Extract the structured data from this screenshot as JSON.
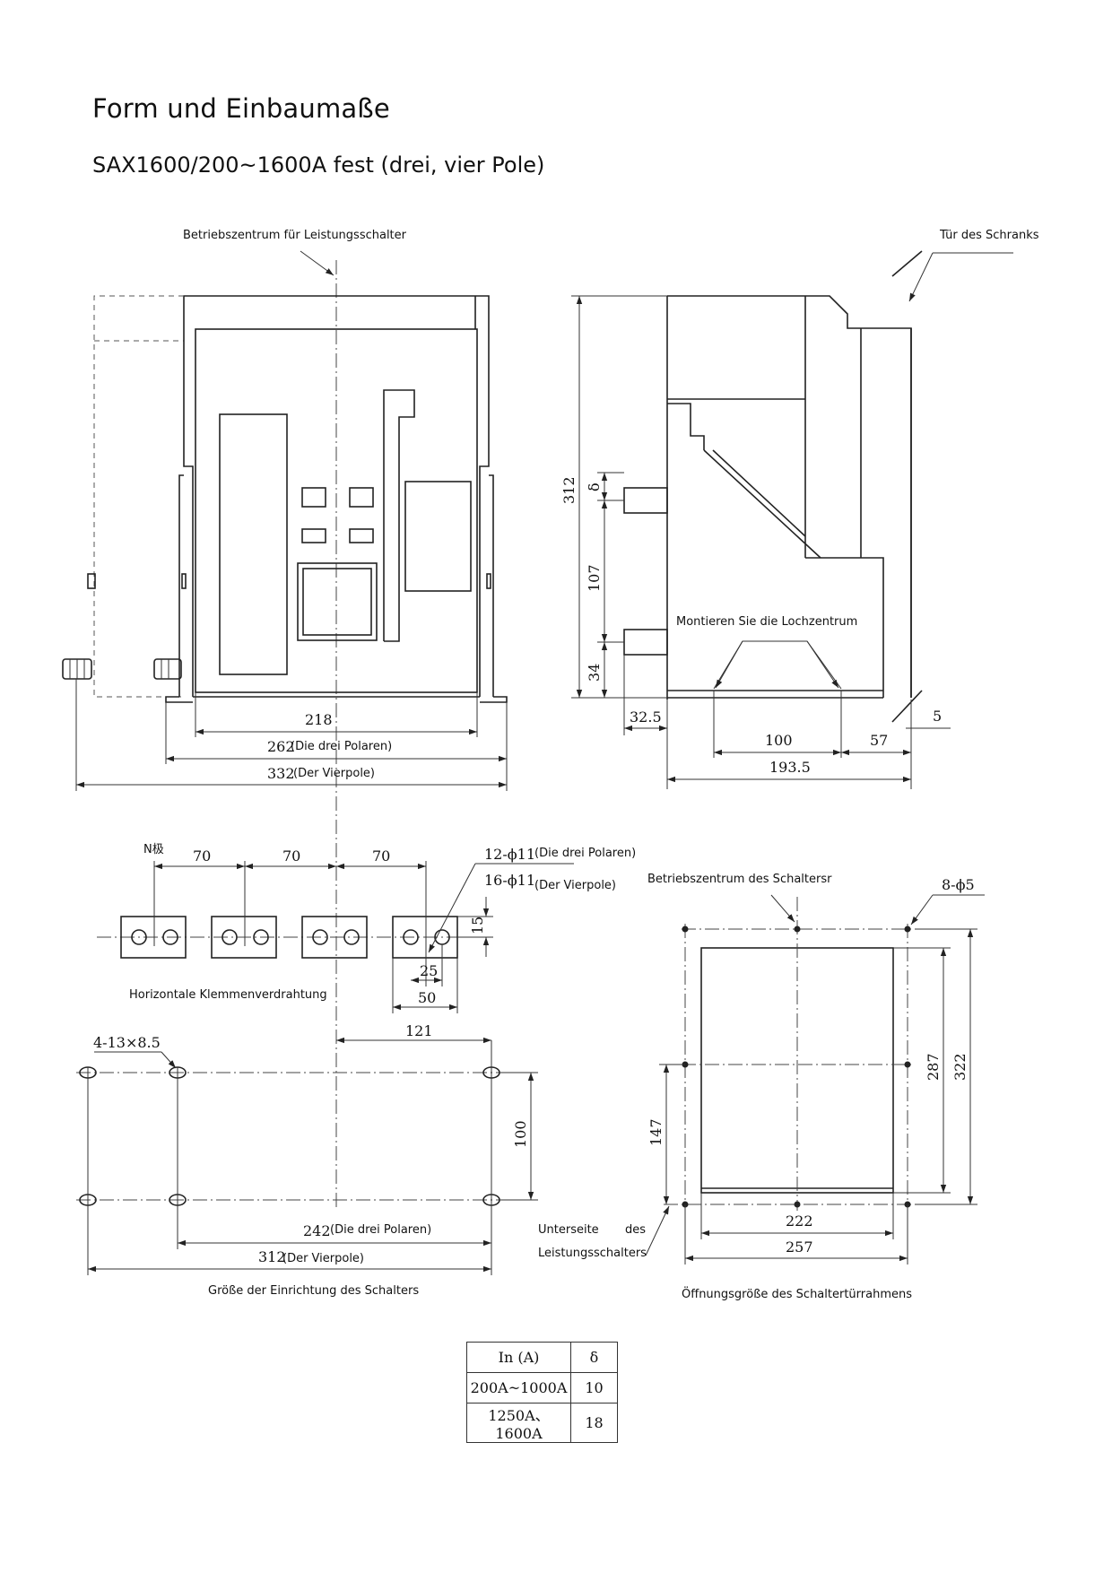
{
  "title": "Form und Einbaumaße",
  "subtitle": "SAX1600/200~1600A fest (drei, vier Pole)",
  "labels": {
    "betriebszentrum_leistungsschalter": "Betriebszentrum für Leistungsschalter",
    "tuer_schrank": "Tür des Schranks",
    "montieren_lochzentrum": "Montieren Sie die Lochzentrum",
    "die_drei_polaren": "(Die drei Polaren)",
    "der_vierpole": "(Der Vierpole)",
    "n_pole": "N极",
    "hole_12": "12-ϕ11",
    "hole_16": "16-ϕ11",
    "betriebszentrum_schalter": "Betriebszentrum des Schaltersr",
    "hole_8": "8-ϕ5",
    "horizontale": "Horizontale Klemmenverdrahtung",
    "hole_4": "4-13×8.5",
    "unterseite_1": "Unterseite",
    "unterseite_des": "des",
    "unterseite_2": "Leistungsschalters",
    "groesse_einrichtung": "Größe der Einrichtung des Schalters",
    "oeffnungsgroesse": "Öffnungsgröße des Schaltertürrahmens"
  },
  "dimensions": {
    "front_218": "218",
    "front_262": "262",
    "front_332": "332",
    "side_312": "312",
    "side_delta": "δ",
    "side_107": "107",
    "side_34": "34",
    "side_32_5": "32.5",
    "side_100": "100",
    "side_57": "57",
    "side_5": "5",
    "side_193_5": "193.5",
    "term_70a": "70",
    "term_70b": "70",
    "term_70c": "70",
    "term_15": "15",
    "term_25": "25",
    "term_50": "50",
    "mount_121": "121",
    "mount_100": "100",
    "mount_242": "242",
    "mount_312": "312",
    "door_287": "287",
    "door_322": "322",
    "door_147": "147",
    "door_222": "222",
    "door_257": "257"
  },
  "delta_table": {
    "header_in": "In (A)",
    "header_delta": "δ",
    "rows": [
      {
        "range": "200A~1000A",
        "delta": "10"
      },
      {
        "range": "1250A、1600A",
        "delta": "18"
      }
    ]
  }
}
